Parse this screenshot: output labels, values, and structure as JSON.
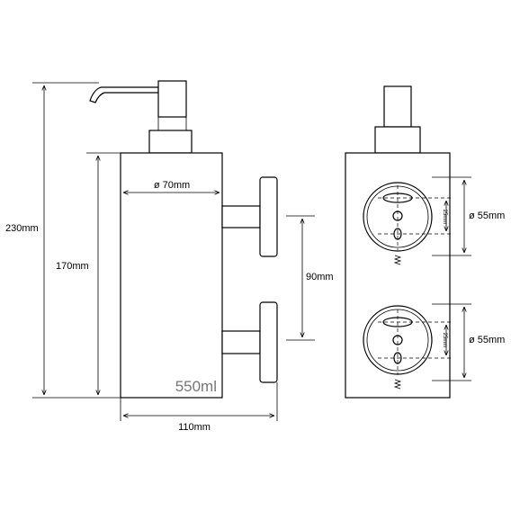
{
  "dimensions": {
    "total_height": "230mm",
    "body_height": "170mm",
    "body_diameter": "ø 70mm",
    "bracket_spacing": "90mm",
    "total_depth": "110mm",
    "mount_diameter_top": "ø 55mm",
    "mount_diameter_bottom": "ø 55mm",
    "hole_spacing_top": "25mm",
    "hole_spacing_bottom": "25mm"
  },
  "product": {
    "volume": "550ml"
  }
}
